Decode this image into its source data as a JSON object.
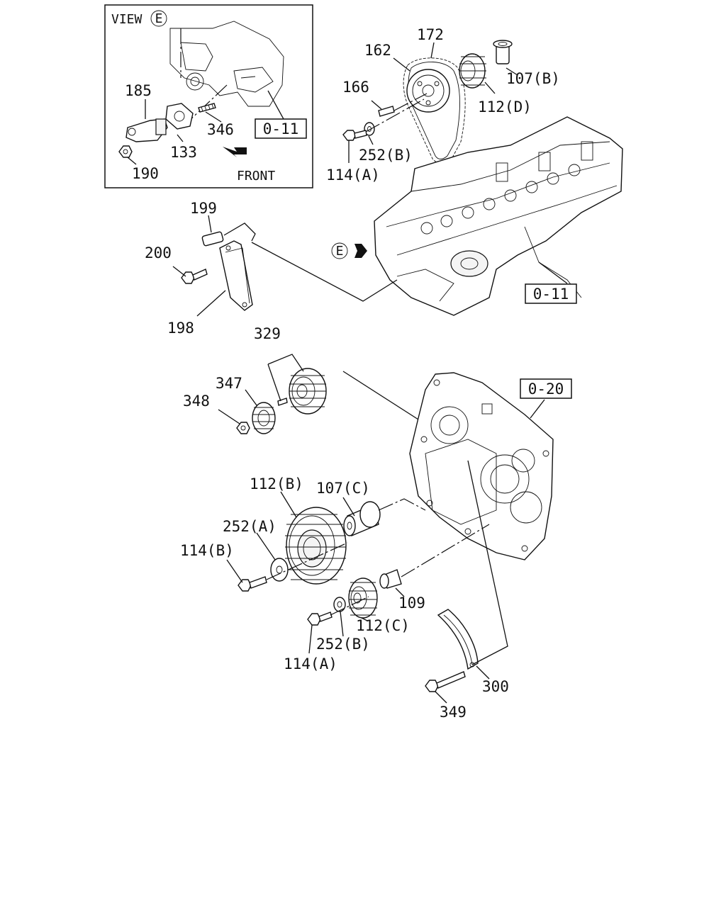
{
  "view_box": {
    "title": "VIEW",
    "view_letter": "E",
    "front_label": "FRONT",
    "ref": "0-11"
  },
  "refs": {
    "head_ref": "0-11",
    "cover_ref": "0-20"
  },
  "arrow_letter": "E",
  "labels": {
    "p185": "185",
    "p133": "133",
    "p346": "346",
    "p190": "190",
    "p172": "172",
    "p162": "162",
    "p166": "166",
    "p107b": "107(B)",
    "p112d": "112(D)",
    "p252b_top": "252(B)",
    "p114a_top": "114(A)",
    "p199": "199",
    "p200": "200",
    "p198": "198",
    "p329": "329",
    "p347": "347",
    "p348": "348",
    "p112b": "112(B)",
    "p107c": "107(C)",
    "p252a": "252(A)",
    "p114b": "114(B)",
    "p109": "109",
    "p112c": "112(C)",
    "p252b_bot": "252(B)",
    "p114a_bot": "114(A)",
    "p300": "300",
    "p349": "349"
  }
}
